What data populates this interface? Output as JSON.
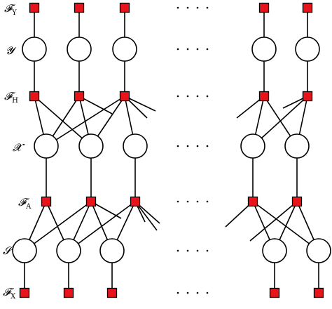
{
  "colors": {
    "factor_fill": "#e8141b",
    "stroke": "#000000",
    "background": "#ffffff"
  },
  "labels": {
    "fy": {
      "main": "𝓕",
      "sub": "Y"
    },
    "y": {
      "main": "𝓨"
    },
    "fh": {
      "main": "𝓕",
      "sub": "H"
    },
    "x": {
      "main": "𝓧"
    },
    "fa": {
      "main": "𝓕",
      "sub": "A"
    },
    "s": {
      "main": "𝓢"
    },
    "fx": {
      "main": "𝓕",
      "sub": "X"
    }
  }
}
